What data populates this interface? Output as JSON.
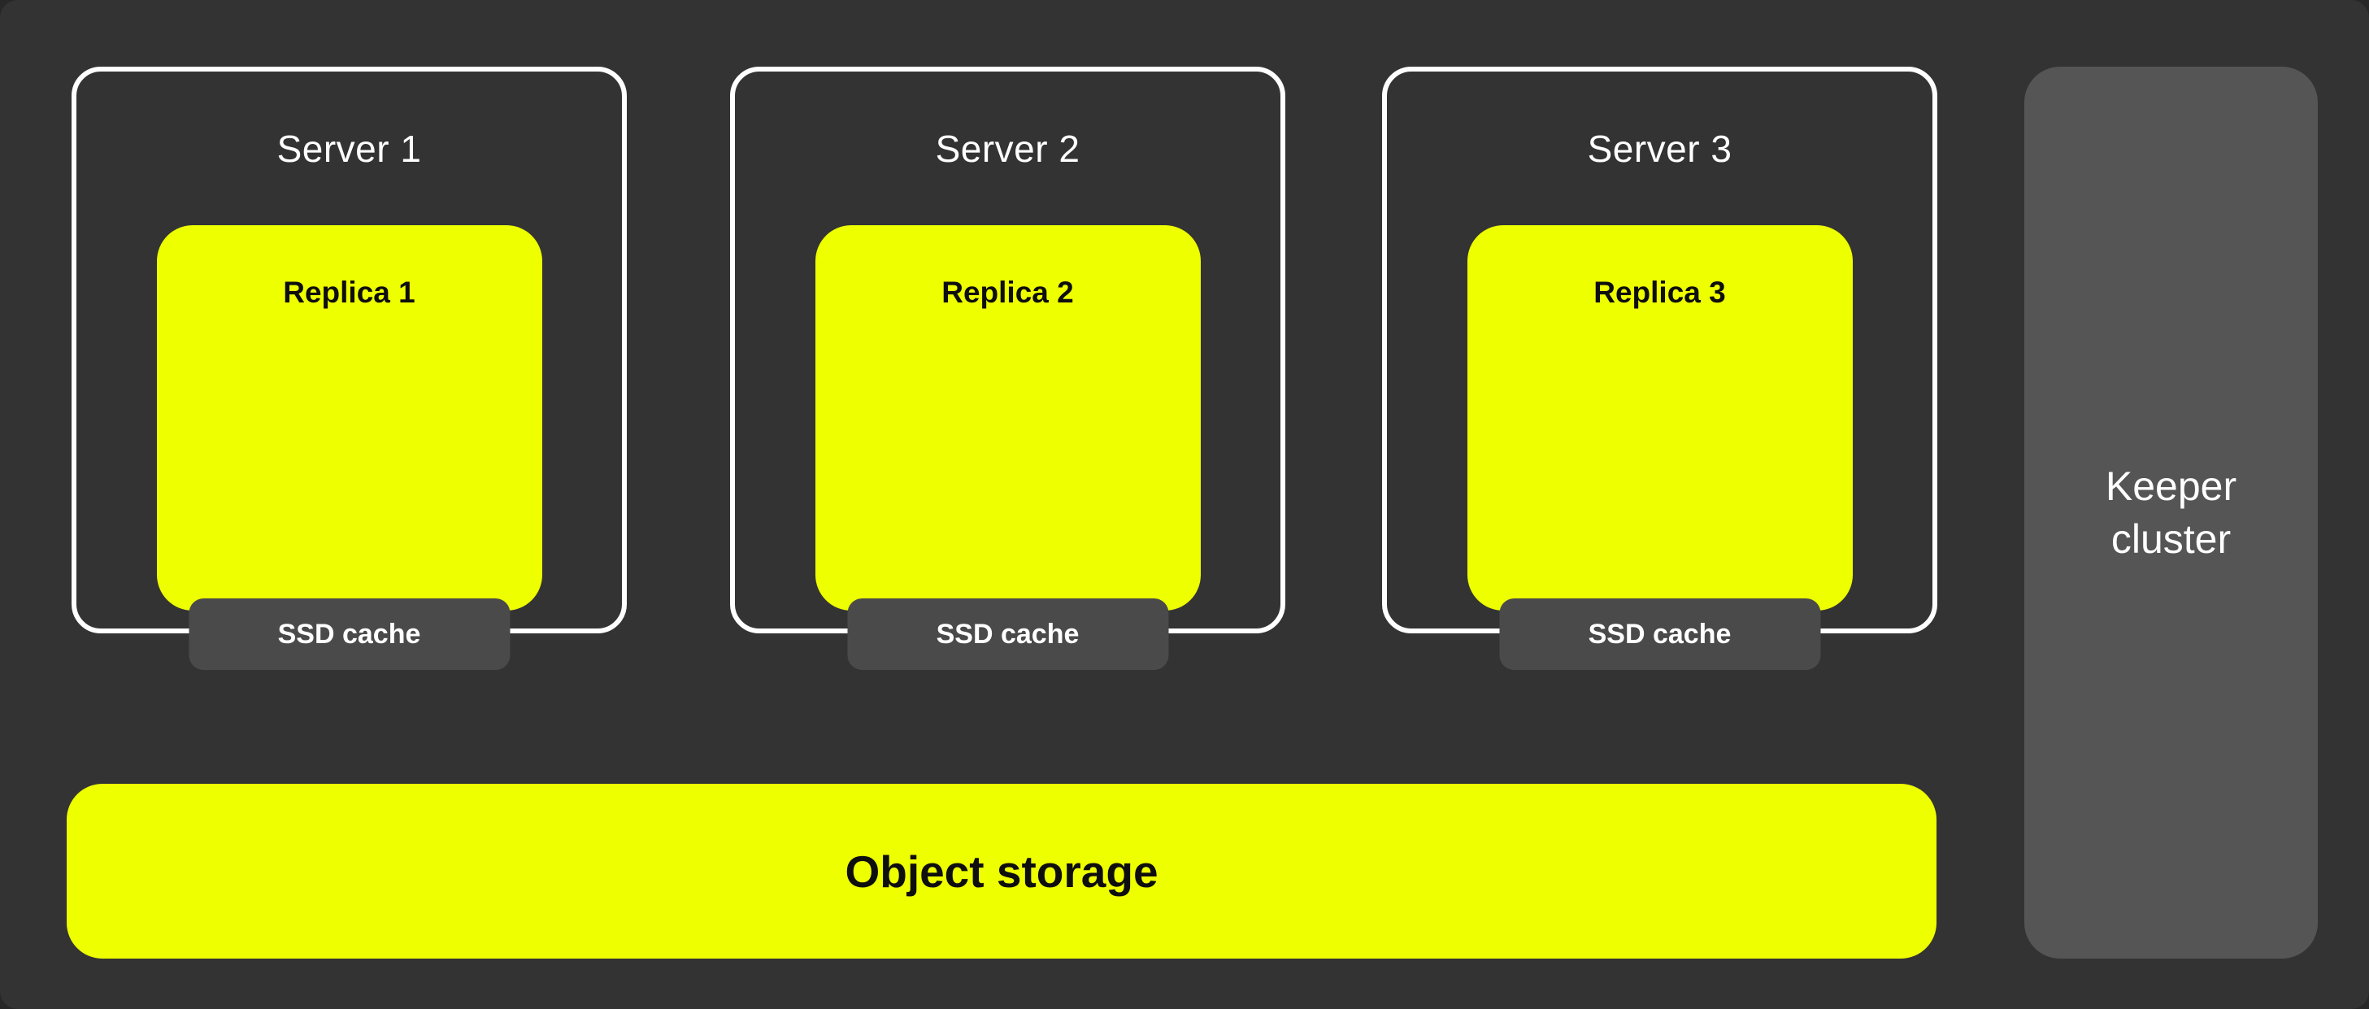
{
  "diagram": {
    "servers": [
      {
        "title": "Server 1",
        "replica": "Replica 1",
        "cache": "SSD cache"
      },
      {
        "title": "Server 2",
        "replica": "Replica 2",
        "cache": "SSD cache"
      },
      {
        "title": "Server 3",
        "replica": "Replica 3",
        "cache": "SSD cache"
      }
    ],
    "object_storage": {
      "label": "Object storage"
    },
    "keeper": {
      "label": "Keeper cluster"
    }
  },
  "colors": {
    "background": "#333333",
    "accent_yellow": "#EEFF00",
    "panel_gray": "#555555",
    "cache_gray": "#4A4A4A",
    "border_white": "#FFFFFF",
    "text_light": "#FFFFFF",
    "text_dark": "#0E0E0E"
  }
}
